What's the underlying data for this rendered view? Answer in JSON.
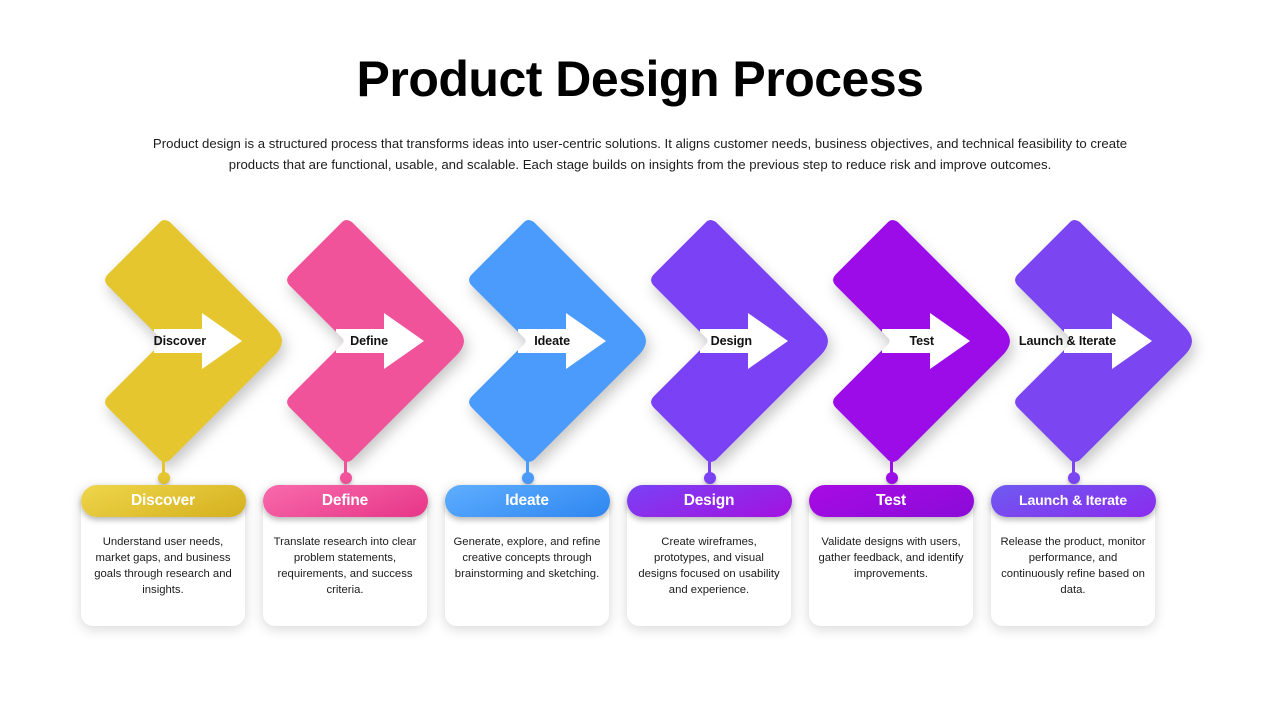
{
  "header": {
    "title": "Product Design Process",
    "subtitle": "Product design is a structured process that transforms ideas into user-centric solutions. It aligns customer needs, business objectives, and technical feasibility to create products that are functional, usable, and scalable. Each stage builds on insights from the previous step to reduce risk and improve outcomes."
  },
  "colors": {
    "discover": "#E5C62F",
    "define": "#F1539B",
    "ideate": "#4A9BFB",
    "design": "#7A42F4",
    "test": "#9C0CE8",
    "launch": "#7B45F2"
  },
  "steps": [
    {
      "key": "discover",
      "chevron_label": "Discover",
      "badge_label": "Discover",
      "description": "Understand user needs, market gaps, and business goals through research and insights.",
      "color": "#E5C62F",
      "badge_from": "#EFD64B",
      "badge_to": "#D4B01E",
      "arrow_icon": "arrow-right-icon"
    },
    {
      "key": "define",
      "chevron_label": "Define",
      "badge_label": "Define",
      "description": "Translate research into clear problem statements, requirements, and success criteria.",
      "color": "#F1539B",
      "badge_from": "#F96BAC",
      "badge_to": "#E63587",
      "arrow_icon": "arrow-right-icon"
    },
    {
      "key": "ideate",
      "chevron_label": "Ideate",
      "badge_label": "Ideate",
      "description": "Generate, explore, and refine creative concepts through brainstorming and sketching.",
      "color": "#4A9BFB",
      "badge_from": "#5FAEFF",
      "badge_to": "#2E86F0",
      "arrow_icon": "arrow-right-icon"
    },
    {
      "key": "design",
      "chevron_label": "Design",
      "badge_label": "Design",
      "description": "Create wireframes, prototypes, and visual designs focused on usability and experience.",
      "color": "#7A42F4",
      "badge_from": "#7A42F4",
      "badge_to": "#A312E0",
      "arrow_icon": "arrow-right-icon"
    },
    {
      "key": "test",
      "chevron_label": "Test",
      "badge_label": "Test",
      "description": "Validate designs with users, gather feedback, and identify improvements.",
      "color": "#9C0CE8",
      "badge_from": "#A80BE4",
      "badge_to": "#8A0BD8",
      "arrow_icon": "arrow-right-icon"
    },
    {
      "key": "launch",
      "chevron_label": "Launch & Iterate",
      "badge_label": "Launch & Iterate",
      "description": "Release the product, monitor performance, and continuously refine based on data.",
      "color": "#7B45F2",
      "badge_from": "#6E5BF0",
      "badge_to": "#8B2BEE",
      "arrow_icon": "arrow-right-icon"
    }
  ]
}
